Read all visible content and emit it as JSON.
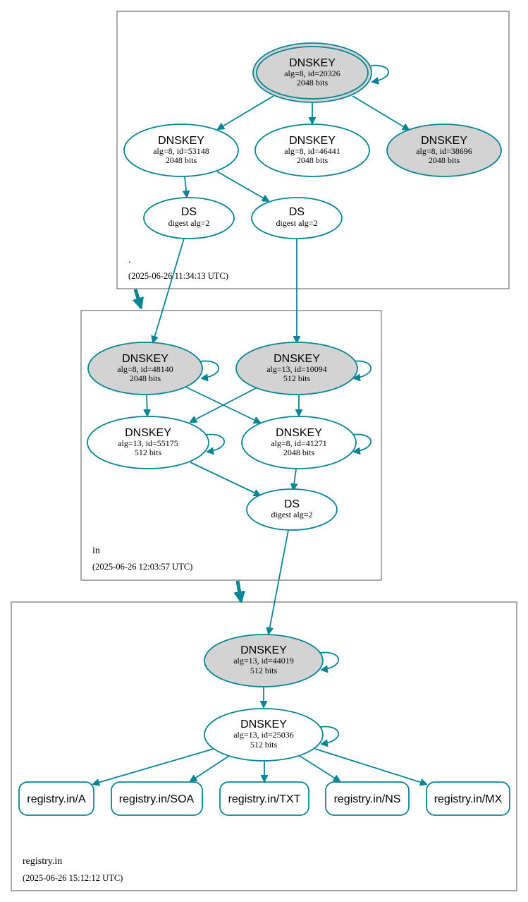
{
  "zones": {
    "root": {
      "name": ".",
      "timestamp": "(2025-06-26 11:34:13 UTC)"
    },
    "in": {
      "name": "in",
      "timestamp": "(2025-06-26 12:03:57 UTC)"
    },
    "registry": {
      "name": "registry.in",
      "timestamp": "(2025-06-26 15:12:12 UTC)"
    }
  },
  "nodes": {
    "root_ksk": {
      "type": "DNSKEY",
      "detail": "alg=8, id=20326",
      "size": "2048 bits"
    },
    "root_zsk_53148": {
      "type": "DNSKEY",
      "detail": "alg=8, id=53148",
      "size": "2048 bits"
    },
    "root_zsk_46441": {
      "type": "DNSKEY",
      "detail": "alg=8, id=46441",
      "size": "2048 bits"
    },
    "root_key_38696": {
      "type": "DNSKEY",
      "detail": "alg=8, id=38696",
      "size": "2048 bits"
    },
    "in_ds_a": {
      "type": "DS",
      "detail": "digest alg=2"
    },
    "in_ds_b": {
      "type": "DS",
      "detail": "digest alg=2"
    },
    "in_ksk_48140": {
      "type": "DNSKEY",
      "detail": "alg=8, id=48140",
      "size": "2048 bits"
    },
    "in_ksk_10094": {
      "type": "DNSKEY",
      "detail": "alg=13, id=10094",
      "size": "512 bits"
    },
    "in_zsk_55175": {
      "type": "DNSKEY",
      "detail": "alg=13, id=55175",
      "size": "512 bits"
    },
    "in_zsk_41271": {
      "type": "DNSKEY",
      "detail": "alg=8, id=41271",
      "size": "2048 bits"
    },
    "reg_ds": {
      "type": "DS",
      "detail": "digest alg=2"
    },
    "reg_ksk_44019": {
      "type": "DNSKEY",
      "detail": "alg=13, id=44019",
      "size": "512 bits"
    },
    "reg_zsk_25036": {
      "type": "DNSKEY",
      "detail": "alg=13, id=25036",
      "size": "512 bits"
    }
  },
  "records": {
    "a": "registry.in/A",
    "soa": "registry.in/SOA",
    "txt": "registry.in/TXT",
    "ns": "registry.in/NS",
    "mx": "registry.in/MX"
  },
  "colors": {
    "edge": "#0a8595",
    "sep_fill": "#d3d3d3",
    "plain_fill": "#ffffff",
    "zone_border": "#555555"
  }
}
